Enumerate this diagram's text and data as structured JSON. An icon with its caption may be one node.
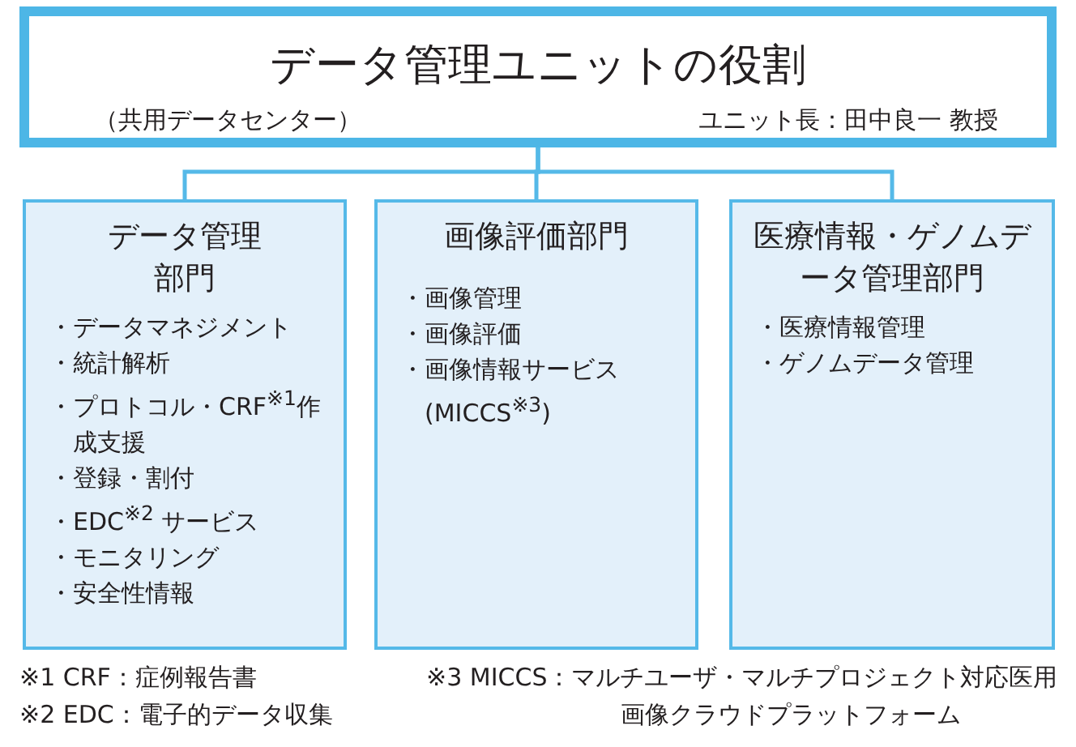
{
  "diagram": {
    "nodes": [
      {
        "text": [
          "データ管理ユニットの役割",
          "（共用データセンター）",
          "ユニット長：田中良一 教授"
        ]
      },
      {
        "text": [
          "データ管理部門",
          "・データマネジメント",
          "・統計解析",
          "・プロトコル・CRF$^{※1}$作成支援",
          "・登録・割付",
          "・EDC$^{※2}$ サービス",
          "・モニタリング",
          "・安全性情報"
        ]
      },
      {
        "text": [
          "画像評価部門",
          "・画像管理",
          "・画像評価",
          "・画像情報サービス(MICCS$^{※3}$)"
        ]
      },
      {
        "text": [
          "医療情報・ゲノムデータ管理部門",
          "・医療情報管理",
          "・ゲノムデータ管理"
        ]
      }
    ],
    "edges": [
      {
        "from": 0,
        "to": 1,
        "arrow": "none"
      },
      {
        "from": 0,
        "to": 2,
        "arrow": "none"
      },
      {
        "from": 0,
        "to": 3,
        "arrow": "none"
      }
    ],
    "labels": [
      "※1 CRF：症例報告書",
      "※3 MICCS：マルチユーザ・マルチプロジェクト対応医用画像クラウドプラットフォーム",
      "※2 EDC：電子的データ収集"
    ]
  }
}
